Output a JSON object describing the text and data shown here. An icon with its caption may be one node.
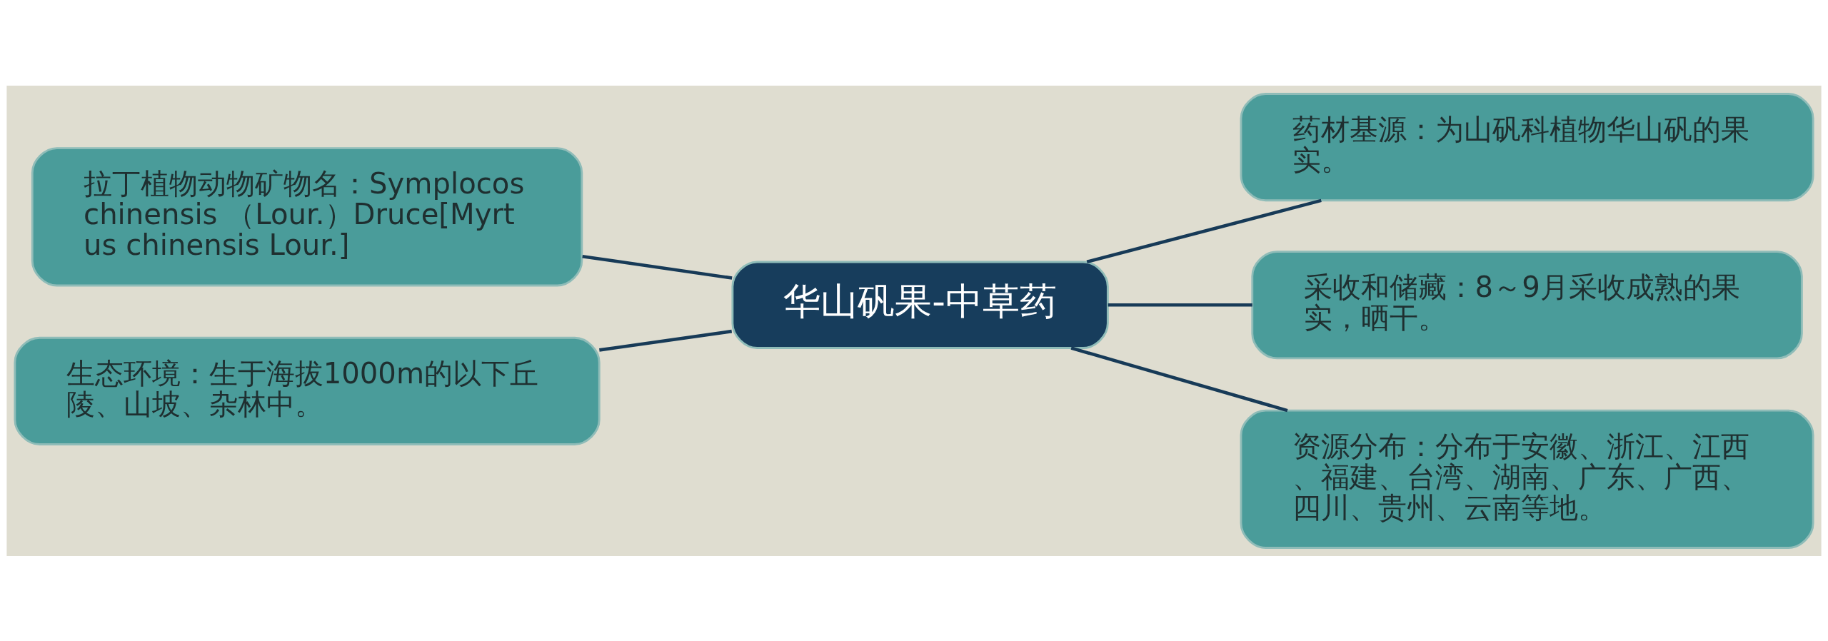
{
  "diagram": {
    "nodes": [
      {
        "text": [
          "华山矾果-中草药"
        ]
      },
      {
        "text": [
          "拉丁植物动物矿物名：Symplocos chinensis （Lour.）Druce[Myrtus chinensis Lour.]"
        ]
      },
      {
        "text": [
          "生态环境：生于海拔1000m的以下丘陵、山坡、杂林中。"
        ]
      },
      {
        "text": [
          "药材基源：为山矾科植物华山矾的果实。"
        ]
      },
      {
        "text": [
          "采收和储藏：8～9月采收成熟的果实，晒干。"
        ]
      },
      {
        "text": [
          "资源分布：分布于安徽、浙江、江西、福建、台湾、湖南、广东、广西、四川、贵州、云南等地。"
        ]
      }
    ],
    "edges": [
      {
        "from": 0,
        "to": 1,
        "arrow": "none"
      },
      {
        "from": 0,
        "to": 2,
        "arrow": "none"
      },
      {
        "from": 0,
        "to": 3,
        "arrow": "none"
      },
      {
        "from": 0,
        "to": 4,
        "arrow": "none"
      },
      {
        "from": 0,
        "to": 5,
        "arrow": "none"
      }
    ]
  }
}
